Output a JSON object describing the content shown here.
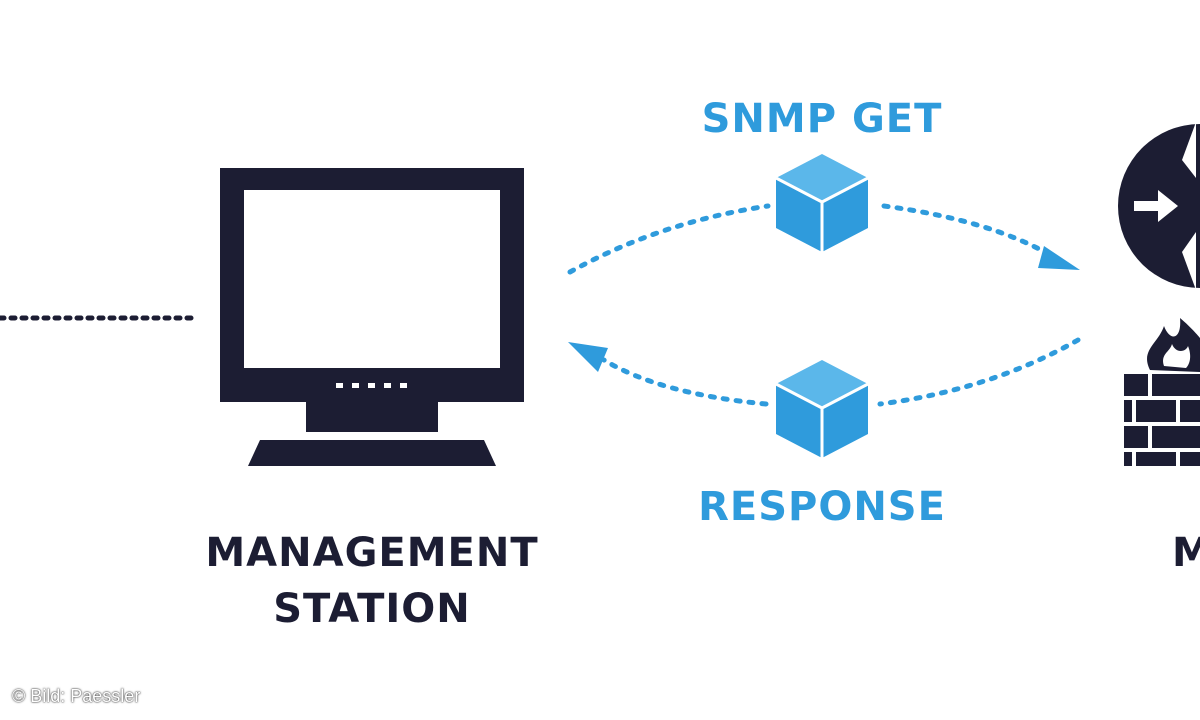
{
  "labels": {
    "management_station_line1": "MANAGEMENT",
    "management_station_line2": "STATION",
    "request": "SNMP GET",
    "response": "RESPONSE",
    "device_partial": "M"
  },
  "credit": "© Bild: Paessler",
  "icons": {
    "station": "computer-monitor-icon",
    "request_packet": "cube-packet-icon",
    "response_packet": "cube-packet-icon",
    "router": "router-icon",
    "firewall": "firewall-icon"
  },
  "colors": {
    "dark": "#1c1d33",
    "accent": "#2f9bdc",
    "cube_top": "#5bb7ea",
    "cube_side": "#2f9bdc"
  }
}
